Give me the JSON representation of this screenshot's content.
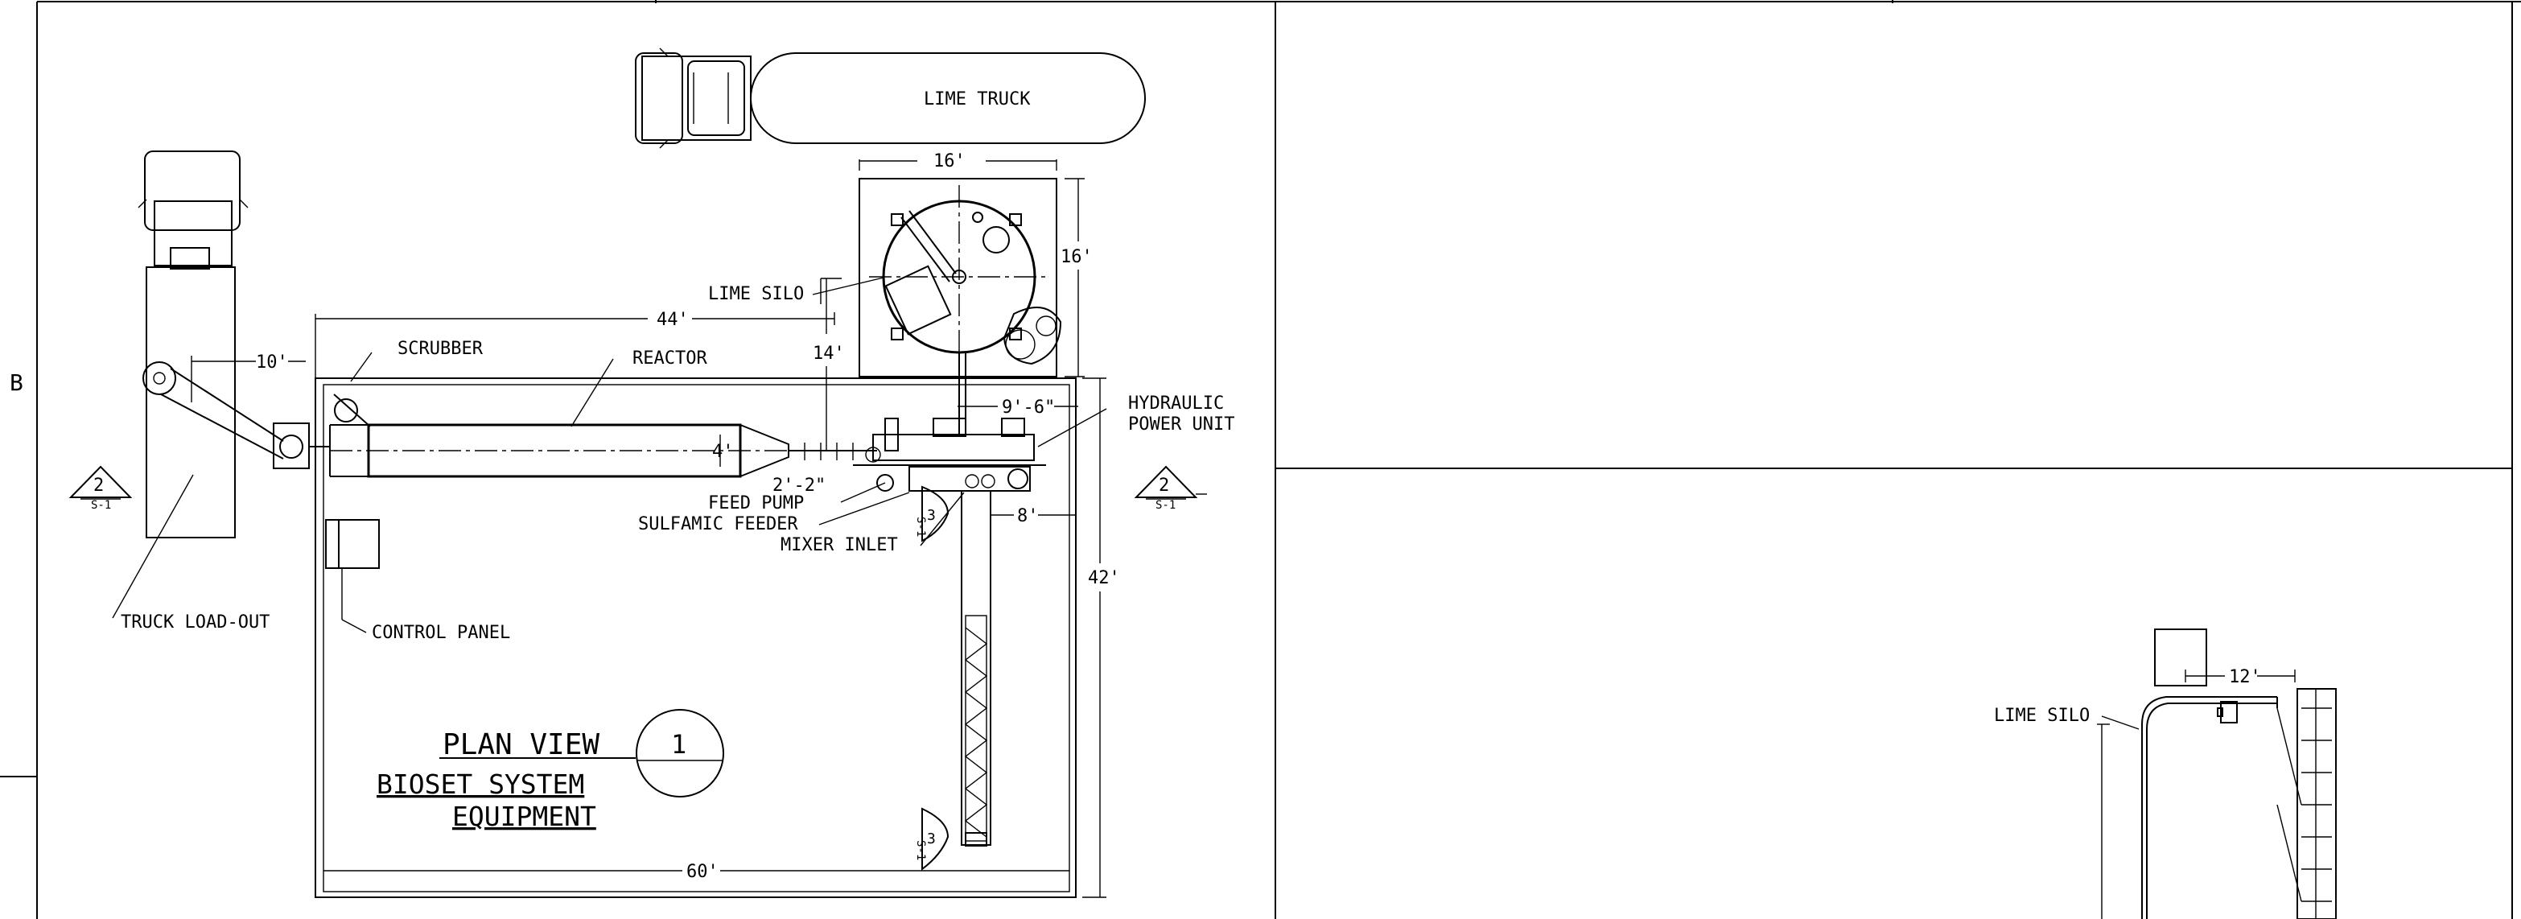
{
  "grid": {
    "row_left": "B"
  },
  "title_block": {
    "title": "PLAN VIEW",
    "number": "1",
    "subtitle_1": "BIOSET SYSTEM",
    "subtitle_2": "EQUIPMENT"
  },
  "labels": {
    "lime_truck": "LIME TRUCK",
    "lime_silo": "LIME SILO",
    "scrubber": "SCRUBBER",
    "reactor": "REACTOR",
    "hydraulic_1": "HYDRAULIC",
    "hydraulic_2": "POWER UNIT",
    "feed_pump": "FEED PUMP",
    "sulfamic_feeder": "SULFAMIC FEEDER",
    "mixer_inlet": "MIXER INLET",
    "truck_load_out": "TRUCK LOAD-OUT",
    "control_panel": "CONTROL PANEL",
    "lime_silo_elev": "LIME SILO"
  },
  "dimensions": {
    "silo_width": "16'",
    "silo_depth": "16'",
    "overall_width": "44'",
    "truck_offset": "10'",
    "silo_offset": "14'",
    "hpu_offset": "9'-6\"",
    "reactor_dia": "4'",
    "feed_pump": "2'-2\"",
    "mixer_offset": "8'",
    "pad_depth": "42'",
    "pad_width": "60'",
    "elev_width": "12'"
  },
  "section_markers": [
    {
      "number": "2",
      "sheet": "S-1"
    },
    {
      "number": "2",
      "sheet": "S-1"
    },
    {
      "number": "3",
      "sheet": "S-1"
    },
    {
      "number": "3",
      "sheet": "S-1"
    }
  ]
}
